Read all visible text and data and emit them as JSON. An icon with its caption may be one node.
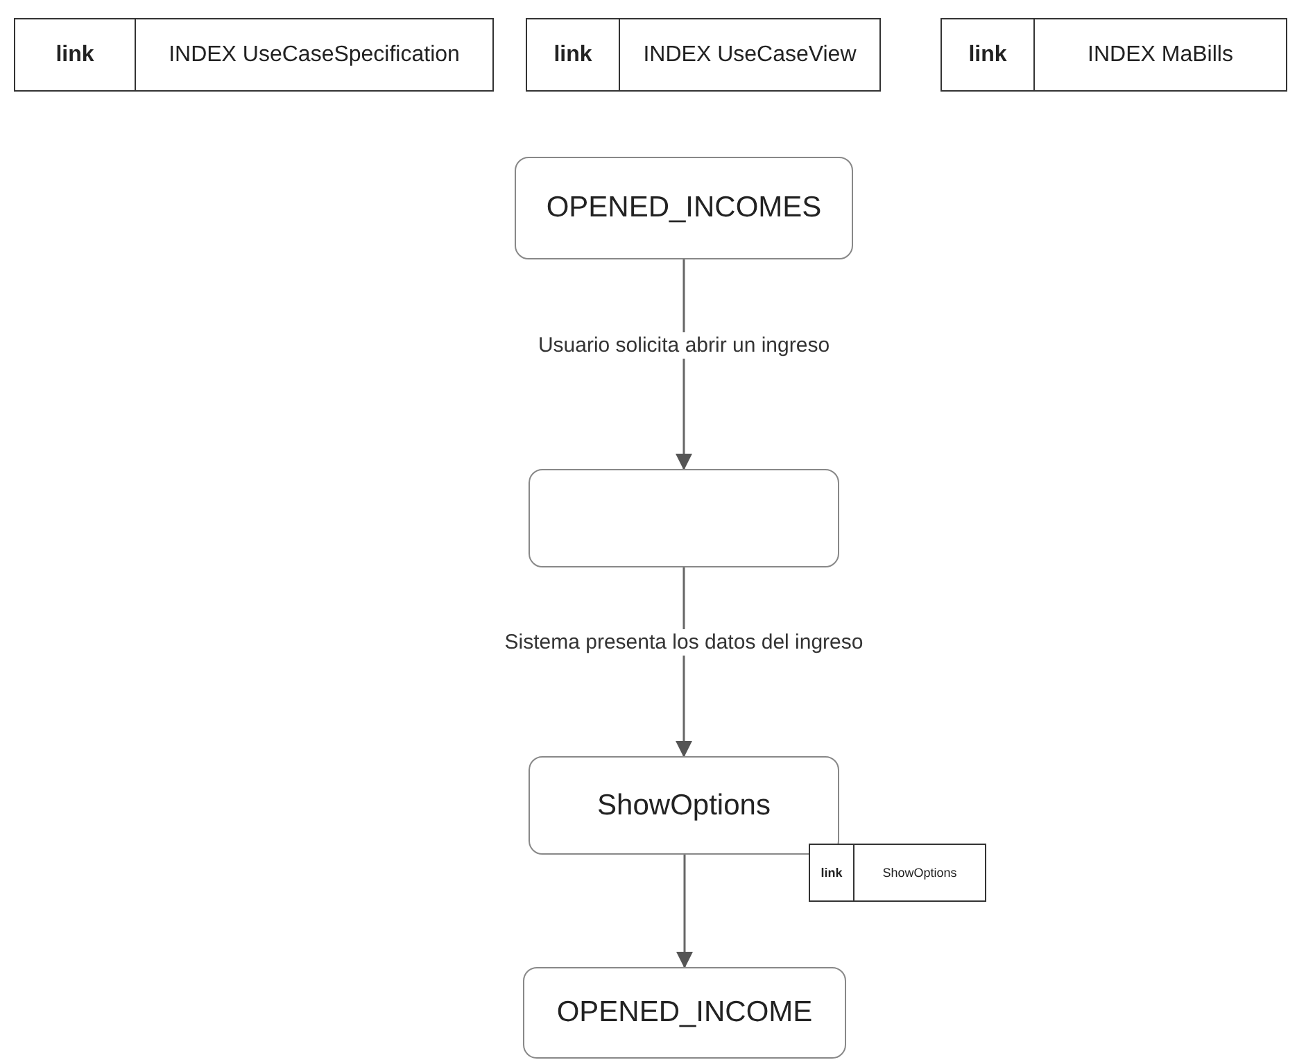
{
  "diagram": {
    "nodes": [
      {
        "text": [
          "link",
          "INDEX UseCaseSpecification"
        ]
      },
      {
        "text": [
          "link",
          "INDEX UseCaseView"
        ]
      },
      {
        "text": [
          "link",
          "INDEX MaBills"
        ]
      },
      {
        "text": [
          "OPENED_INCOMES"
        ]
      },
      {
        "text": [],
        "shape": "box"
      },
      {
        "text": [
          "ShowOptions"
        ]
      },
      {
        "text": [
          "link",
          "ShowOptions"
        ]
      },
      {
        "text": [
          "OPENED_INCOME"
        ]
      }
    ],
    "edges": [
      {
        "from": 3,
        "to": 4,
        "arrow": "to",
        "label": "Usuario solicita abrir un ingreso"
      },
      {
        "from": 4,
        "to": 5,
        "arrow": "to",
        "label": "Sistema presenta los datos del ingreso"
      },
      {
        "from": 5,
        "to": 7,
        "arrow": "to"
      }
    ]
  }
}
